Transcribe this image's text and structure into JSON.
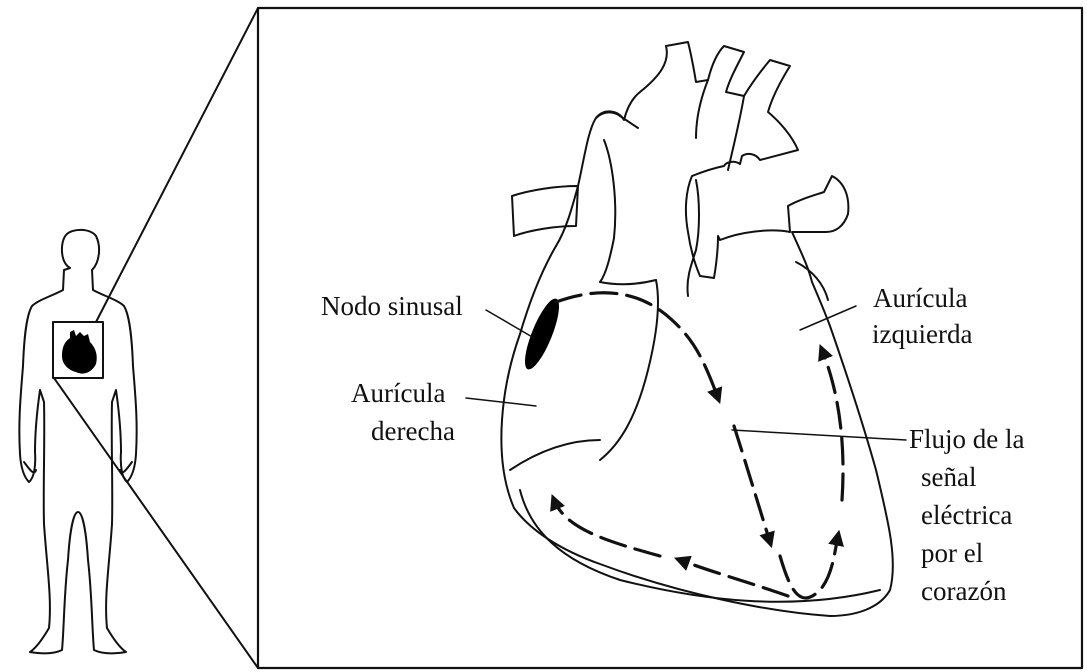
{
  "labels": {
    "sinus_node": "Nodo sinusal",
    "right_atrium": [
      "Aurícula",
      "derecha"
    ],
    "left_atrium": [
      "Aurícula",
      "izquierda"
    ],
    "signal_flow": [
      "Flujo de la",
      "señal",
      "eléctrica",
      "por el",
      "corazón"
    ]
  },
  "colors": {
    "ink": "#111111",
    "background": "#ffffff",
    "node_fill": "#000000"
  },
  "icons": {
    "body": "human-silhouette-icon",
    "heart_small": "heart-icon"
  }
}
